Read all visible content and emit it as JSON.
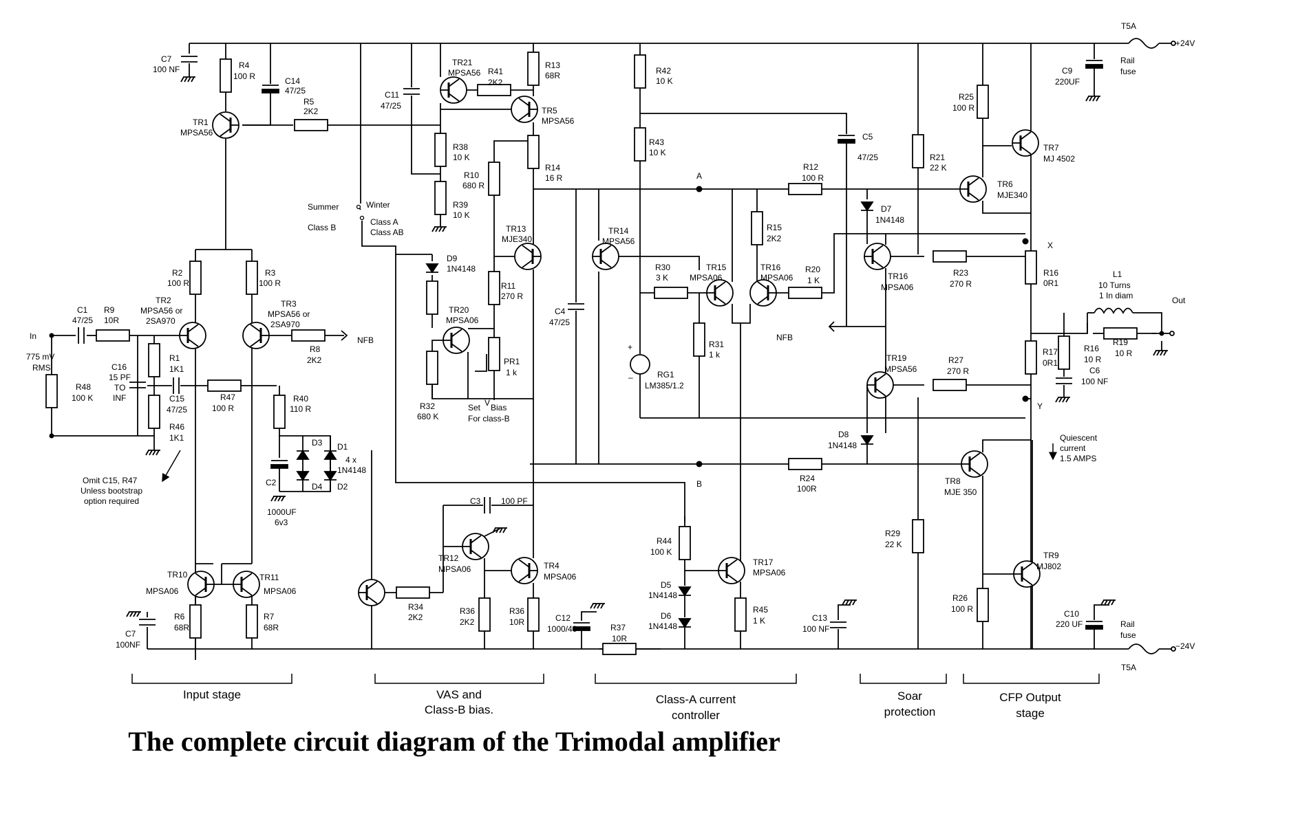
{
  "caption": "The complete circuit diagram of the Trimodal amplifier",
  "rails": {
    "fuse_top": "T5A",
    "fuse_bottom": "T5A",
    "v_pos": "+24V",
    "v_neg": "−24V",
    "rail_fuse": "Rail",
    "rail_fuse2": "fuse",
    "rail_fuse_b": "Rail",
    "rail_fuse_b2": "fuse"
  },
  "signals": {
    "in": "In",
    "in_level": "775 mV",
    "in_level2": "RMS",
    "out": "Out",
    "nfb": "NFB",
    "nfb2": "NFB"
  },
  "nodes": {
    "a": "A",
    "b": "B",
    "x": "X",
    "y": "Y"
  },
  "switch": {
    "summer": "Summer",
    "class_b": "Class B",
    "winter": "Winter",
    "class_a": "Class A",
    "class_ab": "Class AB"
  },
  "notes": {
    "omit1": "Omit C15, R47",
    "omit2": "Unless bootstrap",
    "omit3": "option required",
    "bias1": "Set",
    "bias_v": "V",
    "bias2": "Bias",
    "bias3": "For class-B",
    "quiescent1": "Quiescent",
    "quiescent2": "current",
    "quiescent3": "1.5 AMPS"
  },
  "sections": {
    "input": "Input stage",
    "vas1": "VAS and",
    "vas2": "Class-B bias.",
    "classa1": "Class-A current",
    "classa2": "controller",
    "soar1": "Soar",
    "soar2": "protection",
    "cfp1": "CFP Output",
    "cfp2": "stage"
  },
  "labels": {
    "C7": "C7",
    "C7v": "100 NF",
    "R4": "R4",
    "R4v": "100 R",
    "C14": "C14",
    "C14v": "47/25",
    "R5": "R5",
    "R5v": "2K2",
    "TR1": "TR1",
    "TR1t": "MPSA56",
    "C11": "C11",
    "C11v": "47/25",
    "TR21": "TR21",
    "TR21t": "MPSA56",
    "R41": "R41",
    "R41v": "2K2",
    "R13": "R13",
    "R13v": "68R",
    "TR5": "TR5",
    "TR5t": "MPSA56",
    "R38": "R38",
    "R38v": "10 K",
    "R10": "R10",
    "R10v": "680 R",
    "R14": "R14",
    "R14v": "16 R",
    "R39": "R39",
    "R39v": "10 K",
    "TR13": "TR13",
    "TR13t": "MJE340",
    "D9": "D9",
    "D9t": "1N4148",
    "R11": "R11",
    "R11v": "270 R",
    "TR20": "TR20",
    "TR20t": "MPSA06",
    "PR1": "PR1",
    "PR1v": "1 k",
    "R32": "R32",
    "R32v": "680 K",
    "R2": "R2",
    "R2v": "100 R",
    "R3": "R3",
    "R3v": "100 R",
    "TR2": "TR2",
    "TR2t": "MPSA56 or",
    "TR2t2": "2SA970",
    "TR3": "TR3",
    "TR3t": "MPSA56 or",
    "TR3t2": "2SA970",
    "C1": "C1",
    "C1v": "47/25",
    "R9": "R9",
    "R9v": "10R",
    "R8": "R8",
    "R8v": "2K2",
    "R48": "R48",
    "R48v": "100 K",
    "R1": "R1",
    "R1v": "1K1",
    "C16": "C16",
    "C16v": "15 PF",
    "C16to": "TO",
    "C16inf": "INF",
    "C15": "C15",
    "C15v": "47/25",
    "R46": "R46",
    "R46v": "1K1",
    "R47": "R47",
    "R47v": "100 R",
    "R40": "R40",
    "R40v": "110 R",
    "D1": "D1",
    "D2": "D2",
    "D3": "D3",
    "D4": "D4",
    "Dq": "4 x",
    "Dt": "1N4148",
    "C2": "C2",
    "C2v": "1000UF",
    "C2v2": "6v3",
    "TR10": "TR10",
    "TR10t": "MPSA06",
    "TR11": "TR11",
    "TR11t": "MPSA06",
    "R6": "R6",
    "R6v": "68R",
    "R7": "R7",
    "R7v": "68R",
    "C7b": "C7",
    "C7bv": "100NF",
    "C3": "C3",
    "C3v": "100 PF",
    "TR12": "TR12",
    "TR12t": "MPSA06",
    "TR4": "TR4",
    "TR4t": "MPSA06",
    "R34": "R34",
    "R34v": "2K2",
    "R36a": "R36",
    "R36av": "2K2",
    "R36b": "R36",
    "R36bv": "10R",
    "C12": "C12",
    "C12v": "1000/40",
    "R37": "R37",
    "R37v": "10R",
    "C4": "C4",
    "C4v": "47/25",
    "TR14": "TR14",
    "TR14t": "MPSA56",
    "R42": "R42",
    "R42v": "10 K",
    "R43": "R43",
    "R43v": "10 K",
    "R30": "R30",
    "R30v": "3 K",
    "R31": "R31",
    "R31v": "1 k",
    "RG1": "RG1",
    "RG1v": "LM385/1.2",
    "RGplus": "+",
    "RGminus": "–",
    "TR15": "TR15",
    "TR15t": "MPSA06",
    "TR16a": "TR16",
    "TR16at": "MPSA06",
    "R15": "R15",
    "R15v": "2K2",
    "R20": "R20",
    "R20v": "1 K",
    "R12": "R12",
    "R12v": "100 R",
    "C5": "C5",
    "C5v": "47/25",
    "R44": "R44",
    "R44v": "100 K",
    "D5": "D5",
    "D5t": "1N4148",
    "D6": "D6",
    "D6t": "1N4148",
    "TR17": "TR17",
    "TR17t": "MPSA06",
    "R45": "R45",
    "R45v": "1 K",
    "C13": "C13",
    "C13v": "100 NF",
    "R21": "R21",
    "R21v": "22 K",
    "R25": "R25",
    "R25v": "100 R",
    "TR6": "TR6",
    "TR6t": "MJE340",
    "TR7": "TR7",
    "TR7t": "MJ 4502",
    "C9": "C9",
    "C9v": "220UF",
    "D7": "D7",
    "D7t": "1N4148",
    "TR16b": "TR16",
    "TR16bt": "MPSA06",
    "R23": "R23",
    "R23v": "270 R",
    "R16a": "R16",
    "R16av": "0R1",
    "L1": "L1",
    "L1t": "10 Turns",
    "L1t2": "1 In diam",
    "R16b": "R16",
    "R16bv": "10 R",
    "R19": "R19",
    "R19v": "10 R",
    "C6": "C6",
    "C6v": "100 NF",
    "R17": "R17",
    "R17v": "0R1",
    "TR19": "TR19",
    "TR19t": "MPSA56",
    "R27": "R27",
    "R27v": "270 R",
    "D8": "D8",
    "D8t": "1N4148",
    "R24": "R24",
    "R24v": "100R",
    "TR8": "TR8",
    "TR8t": "MJE 350",
    "R29": "R29",
    "R29v": "22 K",
    "TR9": "TR9",
    "TR9t": "MJ802",
    "R26": "R26",
    "R26v": "100 R",
    "C10": "C10",
    "C10v": "220 UF"
  }
}
